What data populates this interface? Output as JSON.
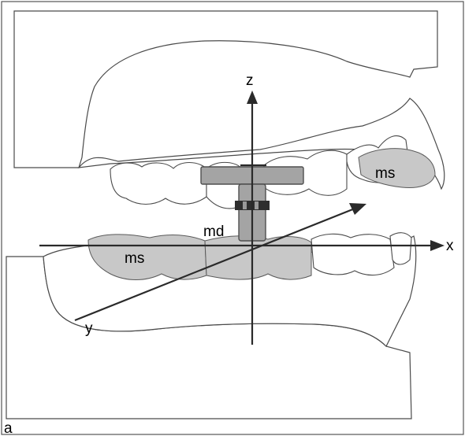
{
  "labels": {
    "z_axis": "z",
    "x_axis": "x",
    "y_axis": "y",
    "md": "md",
    "ms_upper": "ms",
    "ms_lower": "ms",
    "panel": "a"
  },
  "colors": {
    "shaded_region": "#c8c8c8",
    "device": "#a4a4a4",
    "axis": "#2a2a2a",
    "outline": "#4a4a4a"
  }
}
